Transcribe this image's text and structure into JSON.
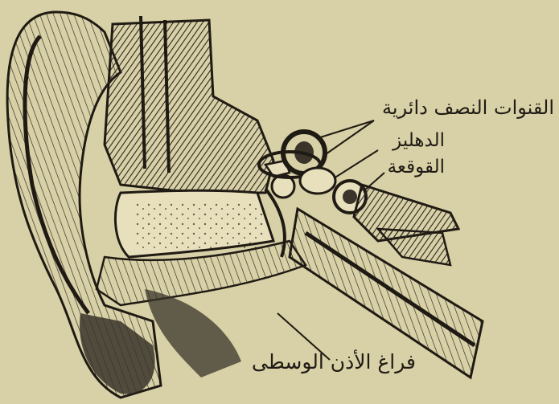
{
  "labels": {
    "semicircular_canals": "القنوات النصف دائرية",
    "vestibule": "الدهليز",
    "cochlea": "القوقعة",
    "middle_ear_cavity": "فراغ الأذن الوسطى"
  },
  "colors": {
    "paper": "#d8d0a6",
    "ink": "#1f1b14",
    "dark_fill": "#3a342a",
    "light_fill": "#e8e0bc"
  }
}
